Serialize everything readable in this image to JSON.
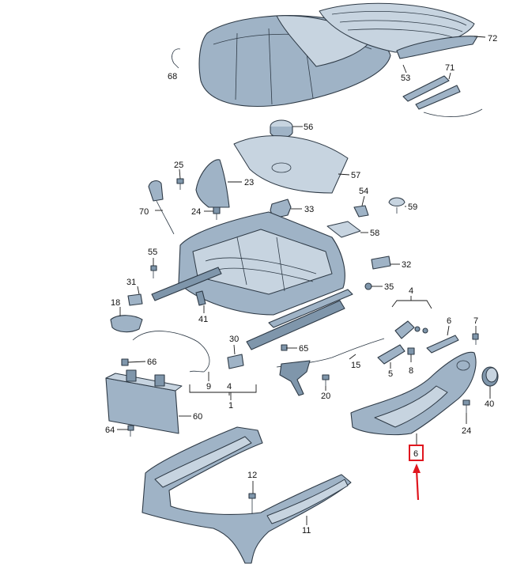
{
  "diagram": {
    "callouts": {
      "c53": "53",
      "c72": "72",
      "c71": "71",
      "c68": "68",
      "c56": "56",
      "c57": "57",
      "c25": "25",
      "c23": "23",
      "c70": "70",
      "c24a": "24",
      "c33": "33",
      "c54": "54",
      "c59": "59",
      "c58": "58",
      "c55": "55",
      "c32": "32",
      "c31": "31",
      "c35": "35",
      "c18": "18",
      "c41": "41",
      "c4a": "4",
      "c6a": "6",
      "c7": "7",
      "c30": "30",
      "c65": "65",
      "c66": "66",
      "c15": "15",
      "c5": "5",
      "c8": "8",
      "c9": "9",
      "c4b": "4",
      "c20": "20",
      "c1": "1",
      "c40": "40",
      "c60": "60",
      "c24b": "24",
      "c64": "64",
      "c6b": "6",
      "c12": "12",
      "c11": "11"
    },
    "highlight": {
      "label": "6",
      "color": "#e0161e"
    }
  }
}
